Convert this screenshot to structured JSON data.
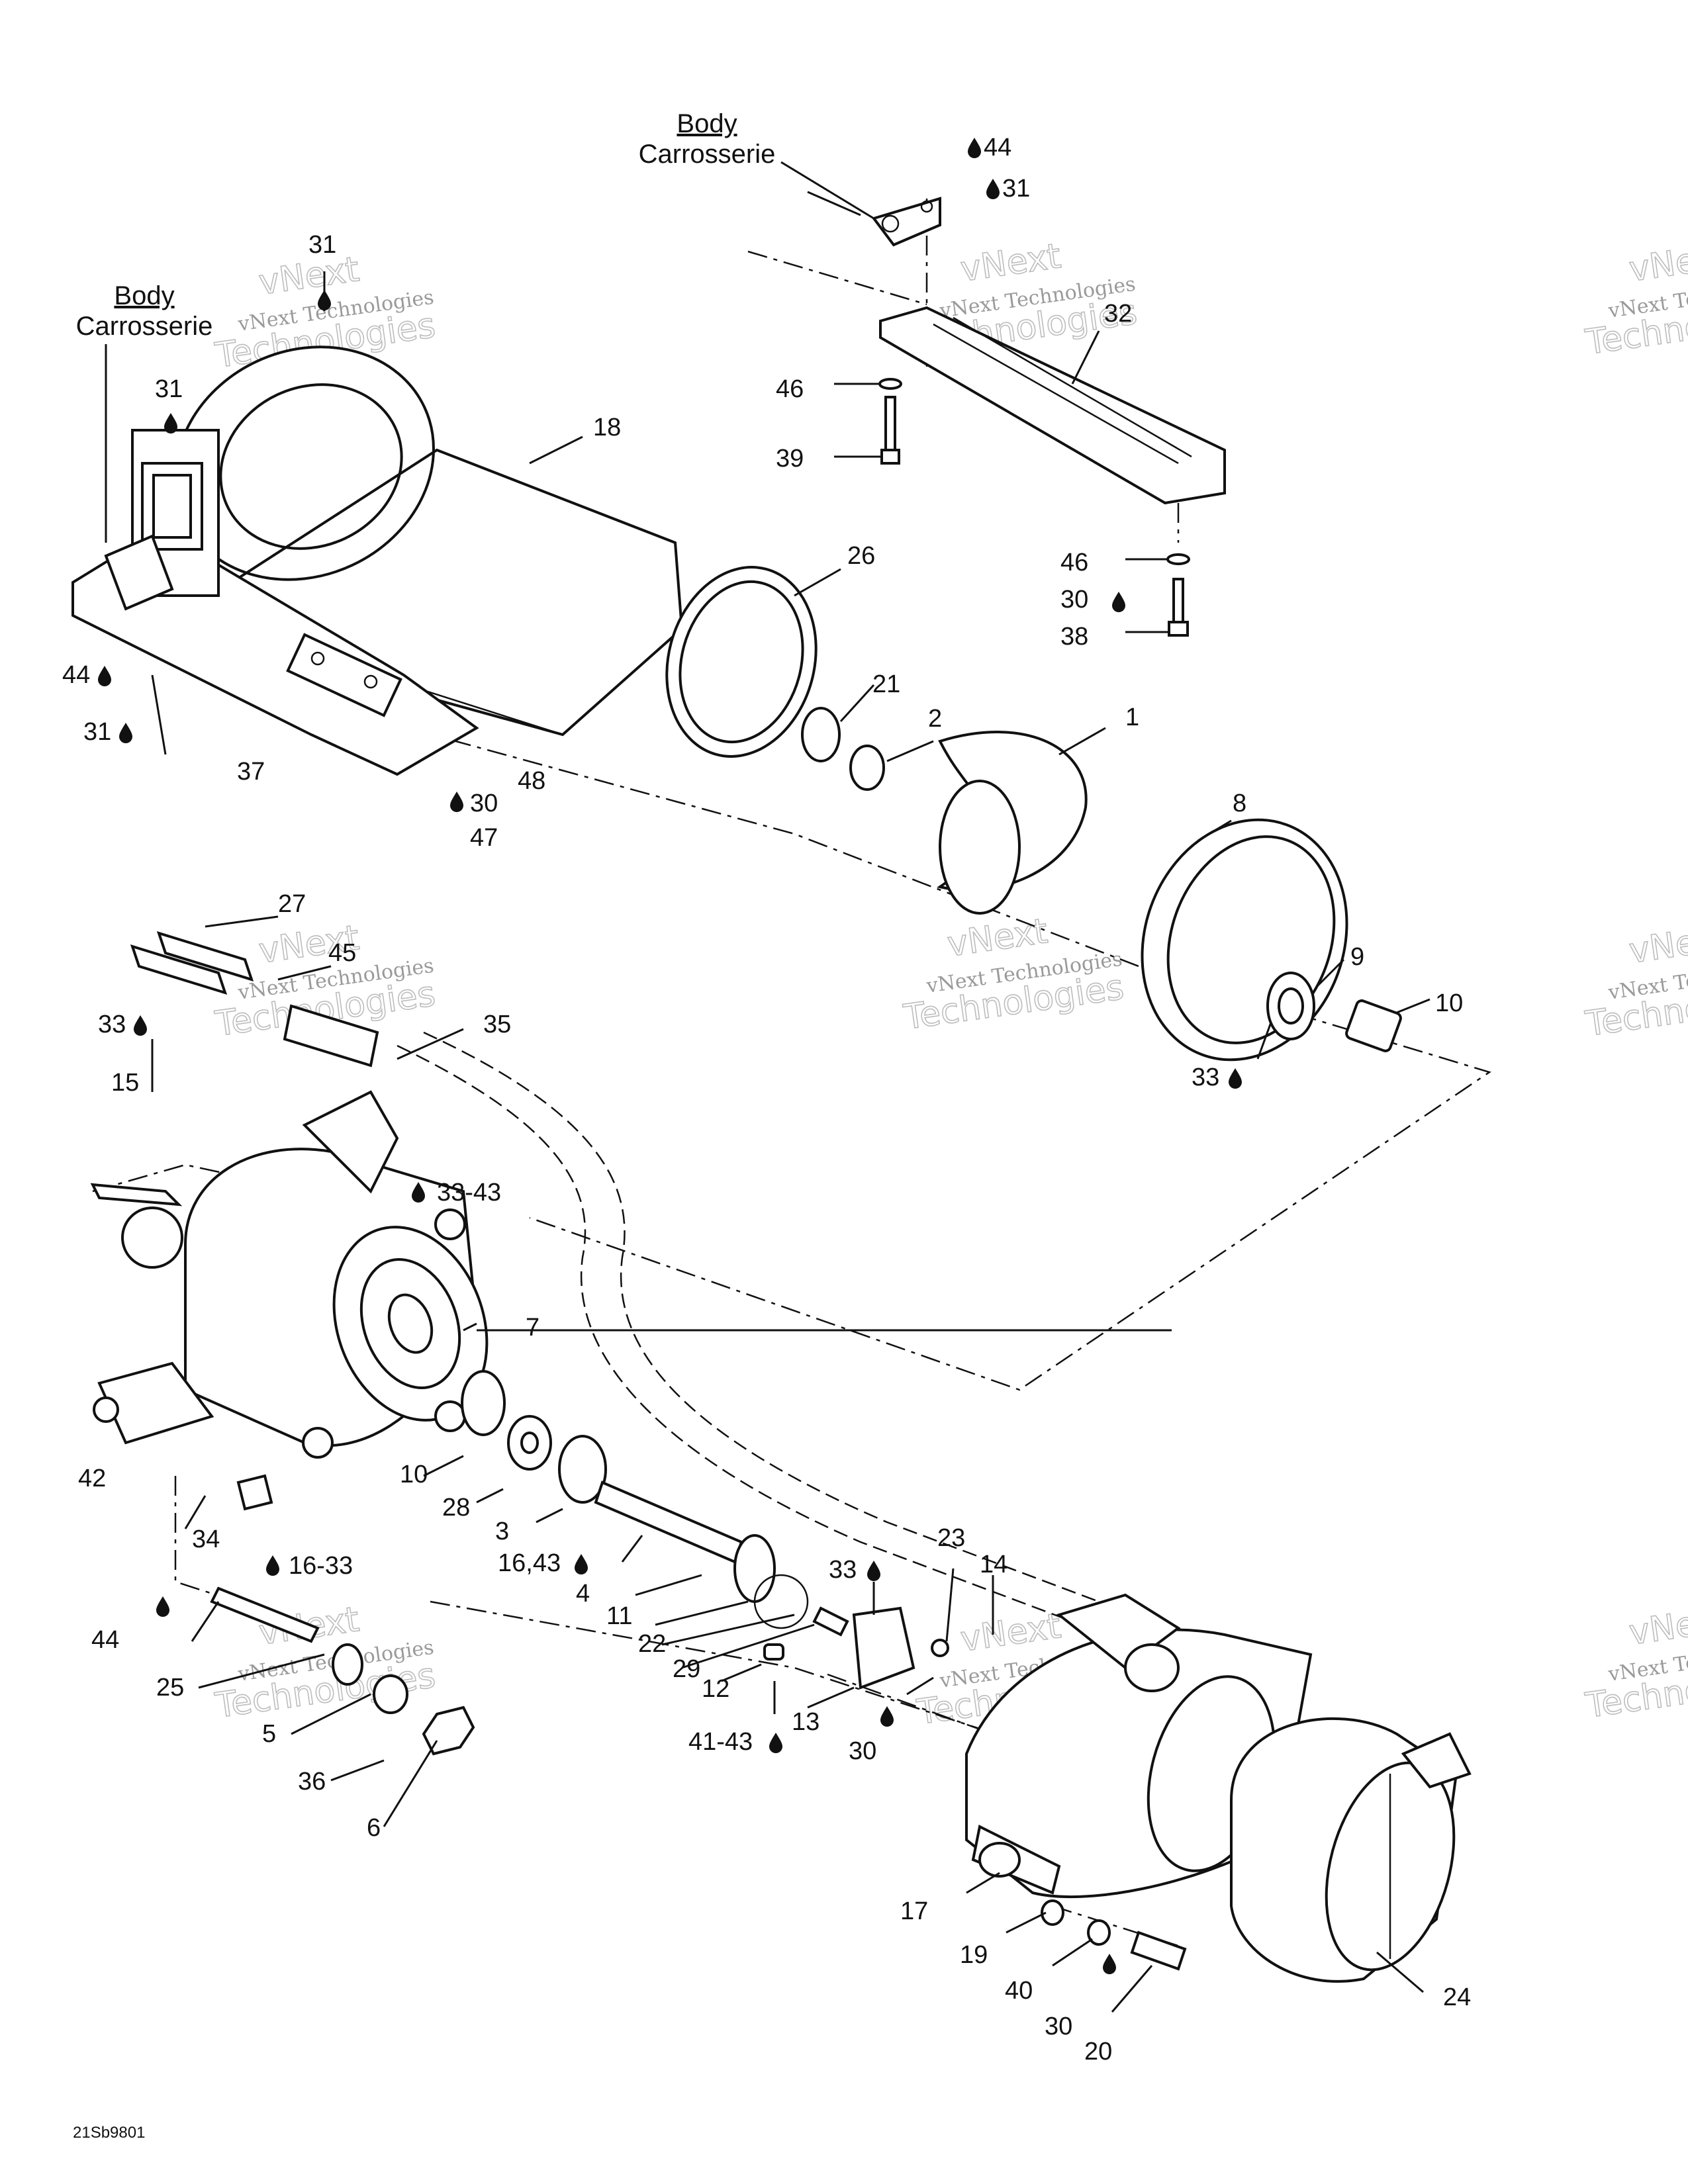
{
  "diagram": {
    "body_labels": [
      {
        "en": "Body",
        "fr": "Carrosserie"
      },
      {
        "en": "Body",
        "fr": "Carrosserie"
      }
    ],
    "callouts": {
      "c44_top": "44",
      "c31_top": "31",
      "c32": "32",
      "c46a": "46",
      "c39": "39",
      "c46b": "46",
      "c30a": "30",
      "c38": "38",
      "c31_tl": "31",
      "c31_mid": "31",
      "c18": "18",
      "c26": "26",
      "c44_left": "44",
      "c31_left": "31",
      "c37": "37",
      "c48": "48",
      "c30b": "30",
      "c47": "47",
      "c21": "21",
      "c2": "2",
      "c1": "1",
      "c8": "8",
      "c9": "9",
      "c10a": "10",
      "c33a": "33",
      "c27": "27",
      "c45": "45",
      "c33b": "33",
      "c35": "35",
      "c15": "15",
      "c33_43": "33-43",
      "c7": "7",
      "c42": "42",
      "c10b": "10",
      "c28": "28",
      "c34": "34",
      "c3": "3",
      "c16_43": "16,43",
      "c4": "4",
      "c16_33": "16-33",
      "c44_low": "44",
      "c25": "25",
      "c5": "5",
      "c36": "36",
      "c6": "6",
      "c11": "11",
      "c22": "22",
      "c29": "29",
      "c12": "12",
      "c41_43": "41-43",
      "c13": "13",
      "c33c": "33",
      "c23": "23",
      "c14": "14",
      "c30c": "30",
      "c17": "17",
      "c19": "19",
      "c40": "40",
      "c30d": "30",
      "c20": "20",
      "c24": "24"
    },
    "watermark": {
      "line1": "vNext Technologies",
      "line2": "vNext",
      "line3": "Technologies"
    },
    "drawing_code": "21Sb9801",
    "icons": [
      "drop-icon"
    ]
  }
}
